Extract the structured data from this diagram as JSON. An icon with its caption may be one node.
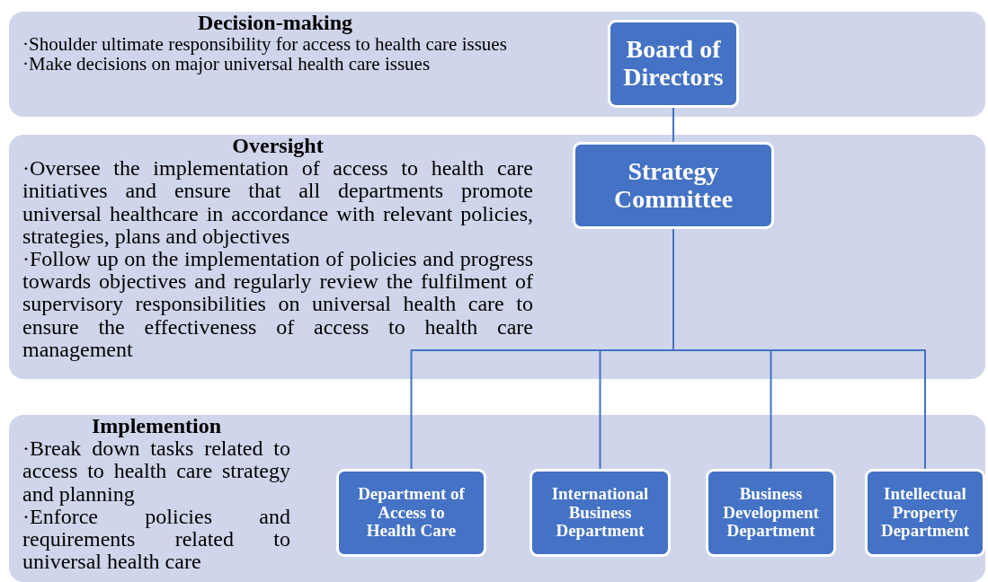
{
  "diagram": {
    "nodes": [
      {
        "text": [
          "Decision-making",
          "·Shoulder ultimate responsibility for access to health care issues",
          "·Make decisions on major universal health care issues"
        ]
      },
      {
        "text": [
          "Oversight",
          "·Oversee the implementation of access to health care initiatives and ensure that all departments promote universal healthcare in accordance with relevant policies, strategies, plans and objectives",
          "·Follow up on the implementation of policies and progress towards objectives and regularly review the fulfilment of supervisory responsibilities on universal health care to ensure the effectiveness of access to health care management"
        ]
      },
      {
        "text": [
          "Implemention",
          "·Break down tasks related to access to health care strategy and planning",
          "·Enforce policies and requirements related to universal health care"
        ]
      },
      {
        "text": [
          "Board of Directors"
        ],
        "in": 0
      },
      {
        "text": [
          "Strategy Committee"
        ],
        "in": 1
      },
      {
        "text": [
          "Department of Access to Health Care"
        ],
        "in": 2
      },
      {
        "text": [
          "International Business Department"
        ],
        "in": 2
      },
      {
        "text": [
          "Business Development Department"
        ],
        "in": 2
      },
      {
        "text": [
          "Intellectual Property Department"
        ],
        "in": 2
      }
    ],
    "edges": [
      {
        "from": 3,
        "to": 4,
        "arrow": "none"
      },
      {
        "from": 4,
        "to": 5,
        "arrow": "none"
      },
      {
        "from": 4,
        "to": 6,
        "arrow": "none"
      },
      {
        "from": 4,
        "to": 7,
        "arrow": "none"
      },
      {
        "from": 4,
        "to": 8,
        "arrow": "none"
      }
    ]
  }
}
